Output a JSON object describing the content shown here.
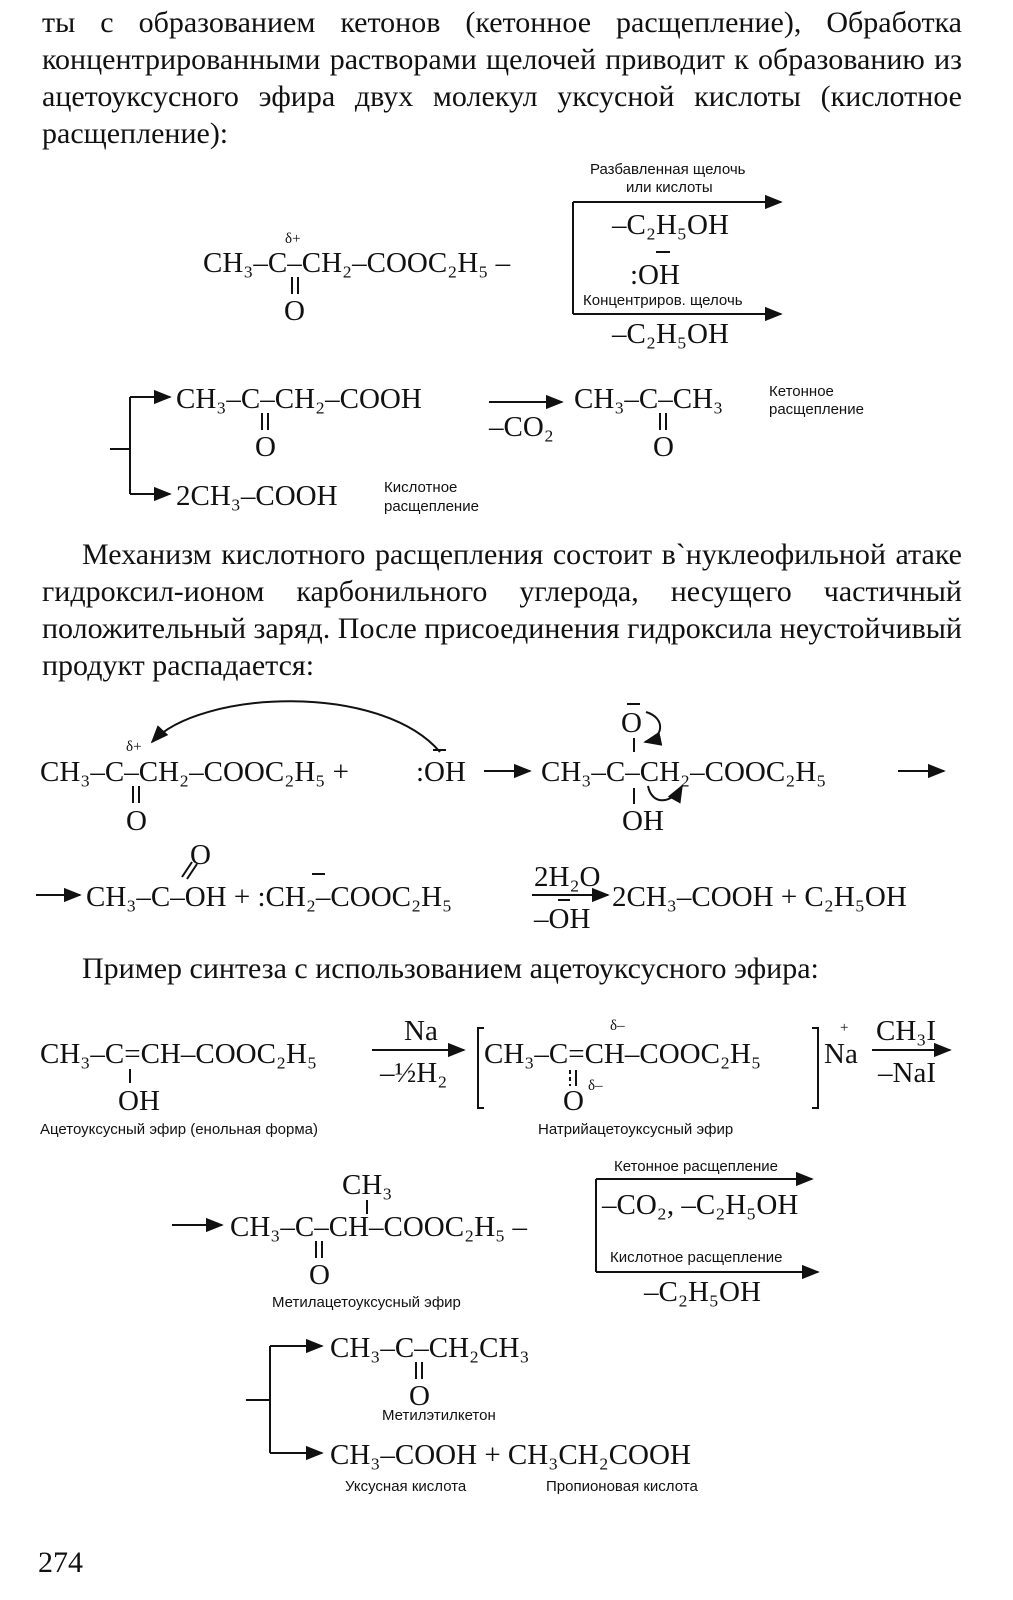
{
  "text": {
    "p1": "ты с образованием кетонов (кетонное расщепление), Обработка концентрированными растворами щелочей приводит к образованию из ацетоуксусного эфира двух молекул уксусной кислоты (кислотное расщепление):",
    "p2": "Механизм кислотного расщепления состоит в`нуклеофильной атаке гидроксил-ионом карбонильного углерода, несущего частичный положительный заряд. После присоединения гидроксила неустойчивый продукт распадается:",
    "p3": "Пример синтеза с использованием ацетоуксусного эфира:"
  },
  "labels": {
    "dilute": "Разбавленная щелочь",
    "or_acids": "или кислоты",
    "conc": "Концентриров. щелочь",
    "ketone1": "Кетонное",
    "cleavage": "расщепление",
    "acid1": "Кислотное",
    "enol_ester": "Ацетоуксусный эфир (енольная форма)",
    "sodium_ester": "Натрийацетоуксусный эфир",
    "ketone_cleavage": "Кетонное расщепление",
    "acid_cleavage": "Кислотное расщепление",
    "methyl_ester": "Метилацетоуксусный эфир",
    "mek": "Метилэтилкетон",
    "acetic": "Уксусная кислота",
    "propionic": "Пропионовая кислота"
  },
  "formulas": {
    "ethanol": "–C₂H₅OH",
    "hydroxide": ":OH",
    "delta_plus": "δ+",
    "delta_minus": "δ–",
    "s1_ester": "CH₃–C–CH₂–COOC₂H₅ –",
    "oxy": "O",
    "r1": "CH₃–C–CH₂–COOH",
    "minus_co2": "–CO₂",
    "acetone": "CH₃–C–CH₃",
    "two_acetic_dot": "2CH₃–COOH",
    "m_ester": "CH₃–C–CH₂–COOC₂H₅ +",
    "m_int": "CH₃–C–CH₂–COOC₂H₅",
    "oh": "OH",
    "m2_left": "CH₃–C–OH + :CH₂–COOC₂H₅",
    "two_water": "2H₂O",
    "minus_oh": "–OH",
    "m2_right": "2CH₃–COOH + C₂H₅OH",
    "enol": "CH₃–C=CH–COOC₂H₅",
    "na": "Na",
    "minus_half_h2": "–½H₂",
    "na_salt": "CH₃–C=CH–COOC₂H₅",
    "ch3i": "CH₃I",
    "minus_nai": "–NaI",
    "ch3": "CH₃",
    "methyl_ester_f": "CH₃–C–CH–COOC₂H₅ –",
    "co2_etoh": "–CO₂, –C₂H₅OH",
    "mek_f": "CH₃–C–CH₂CH₃",
    "products": "CH₃–COOH + CH₃CH₂COOH",
    "plus": "+"
  },
  "page_number": "274"
}
